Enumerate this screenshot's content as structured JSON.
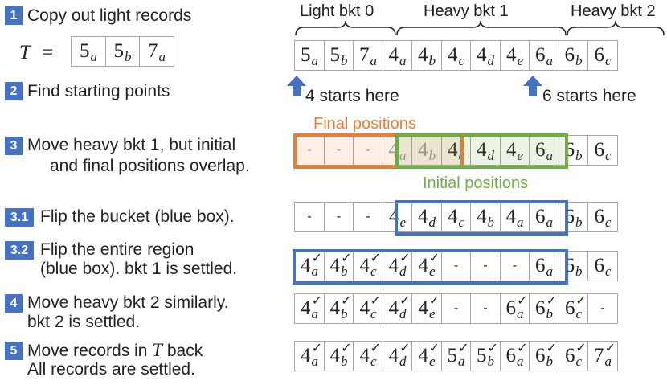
{
  "steps": {
    "s1": {
      "badge": "1",
      "text": "Copy out light records"
    },
    "s2": {
      "badge": "2",
      "text": "Find starting points"
    },
    "s3": {
      "badge": "3",
      "line1": "Move heavy bkt 1, but initial",
      "line2": "and final positions overlap."
    },
    "s31": {
      "badge": "3.1",
      "text": "Flip the bucket (blue box)."
    },
    "s32": {
      "badge": "3.2",
      "line1": "Flip the entire region",
      "line2": "(blue box). bkt 1 is settled."
    },
    "s4": {
      "badge": "4",
      "line1": "Move heavy bkt 2 similarly.",
      "line2": "bkt 2 is settled."
    },
    "s5": {
      "badge": "5",
      "line1a": "Move records in ",
      "line1var": "T",
      "line1b": " back",
      "line2": "All records are settled."
    }
  },
  "temp": {
    "label": "T",
    "equals": "=",
    "cells": [
      {
        "n": "5",
        "s": "a"
      },
      {
        "n": "5",
        "s": "b"
      },
      {
        "n": "7",
        "s": "a"
      }
    ]
  },
  "buckets": {
    "b0": "Light bkt 0",
    "b1": "Heavy bkt 1",
    "b2": "Heavy bkt 2"
  },
  "starts": {
    "s4": "4 starts here",
    "s6": "6 starts here"
  },
  "annotations": {
    "final": "Final positions",
    "initial": "Initial positions"
  },
  "colors": {
    "badge": "#4472c4",
    "final": "#ed7d31",
    "initial": "#70ad47",
    "flip": "#4472c4",
    "grid": "#a6a6a6"
  },
  "rows": {
    "initial": [
      {
        "n": "5",
        "s": "a"
      },
      {
        "n": "5",
        "s": "b"
      },
      {
        "n": "7",
        "s": "a"
      },
      {
        "n": "4",
        "s": "a"
      },
      {
        "n": "4",
        "s": "b"
      },
      {
        "n": "4",
        "s": "c"
      },
      {
        "n": "4",
        "s": "d"
      },
      {
        "n": "4",
        "s": "e"
      },
      {
        "n": "6",
        "s": "a"
      },
      {
        "n": "6",
        "s": "b"
      },
      {
        "n": "6",
        "s": "c"
      }
    ],
    "step3": [
      {
        "d": "-",
        "f": 1
      },
      {
        "d": "-",
        "f": 1
      },
      {
        "d": "-",
        "f": 1
      },
      {
        "n": "4",
        "s": "a",
        "f": 1
      },
      {
        "n": "4",
        "s": "b",
        "f": 1
      },
      {
        "n": "4",
        "s": "c"
      },
      {
        "n": "4",
        "s": "d"
      },
      {
        "n": "4",
        "s": "e"
      },
      {
        "n": "6",
        "s": "a"
      },
      {
        "n": "6",
        "s": "b"
      },
      {
        "n": "6",
        "s": "c"
      }
    ],
    "step31": [
      {
        "d": "-"
      },
      {
        "d": "-"
      },
      {
        "d": "-"
      },
      {
        "n": "4",
        "s": "e"
      },
      {
        "n": "4",
        "s": "d"
      },
      {
        "n": "4",
        "s": "c"
      },
      {
        "n": "4",
        "s": "b"
      },
      {
        "n": "4",
        "s": "a"
      },
      {
        "n": "6",
        "s": "a"
      },
      {
        "n": "6",
        "s": "b"
      },
      {
        "n": "6",
        "s": "c"
      }
    ],
    "step32": [
      {
        "n": "4",
        "s": "a",
        "c": 1
      },
      {
        "n": "4",
        "s": "b",
        "c": 1
      },
      {
        "n": "4",
        "s": "c",
        "c": 1
      },
      {
        "n": "4",
        "s": "d",
        "c": 1
      },
      {
        "n": "4",
        "s": "e",
        "c": 1
      },
      {
        "d": "-"
      },
      {
        "d": "-"
      },
      {
        "d": "-"
      },
      {
        "n": "6",
        "s": "a"
      },
      {
        "n": "6",
        "s": "b"
      },
      {
        "n": "6",
        "s": "c"
      }
    ],
    "step4": [
      {
        "n": "4",
        "s": "a",
        "c": 1
      },
      {
        "n": "4",
        "s": "b",
        "c": 1
      },
      {
        "n": "4",
        "s": "c",
        "c": 1
      },
      {
        "n": "4",
        "s": "d",
        "c": 1
      },
      {
        "n": "4",
        "s": "e",
        "c": 1
      },
      {
        "d": "-"
      },
      {
        "d": "-"
      },
      {
        "n": "6",
        "s": "a",
        "c": 1
      },
      {
        "n": "6",
        "s": "b",
        "c": 1
      },
      {
        "n": "6",
        "s": "c",
        "c": 1
      },
      {
        "d": "-"
      }
    ],
    "step5": [
      {
        "n": "4",
        "s": "a",
        "c": 1
      },
      {
        "n": "4",
        "s": "b",
        "c": 1
      },
      {
        "n": "4",
        "s": "c",
        "c": 1
      },
      {
        "n": "4",
        "s": "d",
        "c": 1
      },
      {
        "n": "4",
        "s": "e",
        "c": 1
      },
      {
        "n": "5",
        "s": "a",
        "c": 1
      },
      {
        "n": "5",
        "s": "b",
        "c": 1
      },
      {
        "n": "6",
        "s": "a",
        "c": 1
      },
      {
        "n": "6",
        "s": "b",
        "c": 1
      },
      {
        "n": "6",
        "s": "c",
        "c": 1
      },
      {
        "n": "7",
        "s": "a",
        "c": 1
      }
    ]
  },
  "check_mark": "✓"
}
